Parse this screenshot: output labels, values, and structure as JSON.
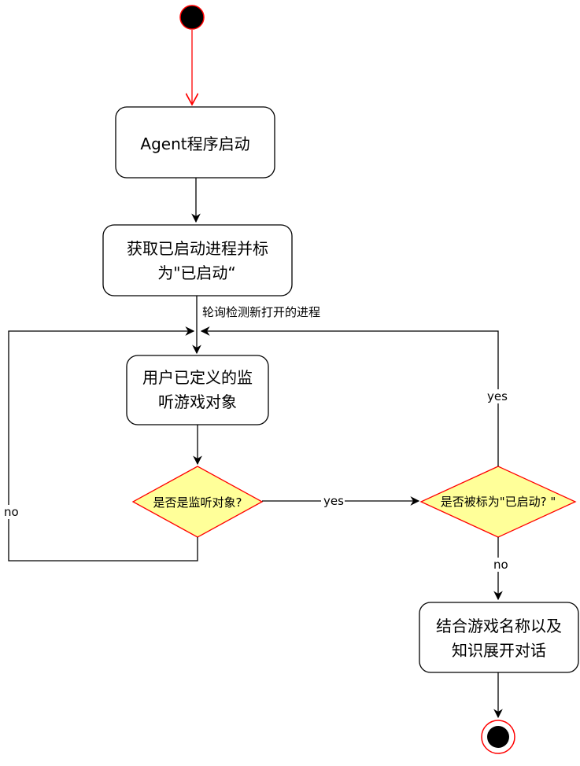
{
  "nodes": {
    "agent_start": "Agent程序启动",
    "get_processes": {
      "line1": "获取已启动进程并标",
      "line2": "为\"已启动“"
    },
    "user_defined": {
      "line1": "用户已定义的监",
      "line2": "听游戏对象"
    },
    "is_listen_target": "是否是监听对象?",
    "is_marked_started": "是否被标为\"已启动? \"",
    "start_conversation": {
      "line1": "结合游戏名称以及",
      "line2": "知识展开对话"
    }
  },
  "edge_labels": {
    "poll": "轮询检测新打开的进程",
    "yes_right": "yes",
    "yes_up": "yes",
    "no_left": "no",
    "no_down": "no"
  },
  "colors": {
    "start_fill": "#000000",
    "start_stroke": "#ff0000",
    "decision_fill": "#ffff99",
    "decision_stroke": "#ff0000",
    "red_arrow": "#ff0000",
    "node_stroke": "#000000"
  }
}
